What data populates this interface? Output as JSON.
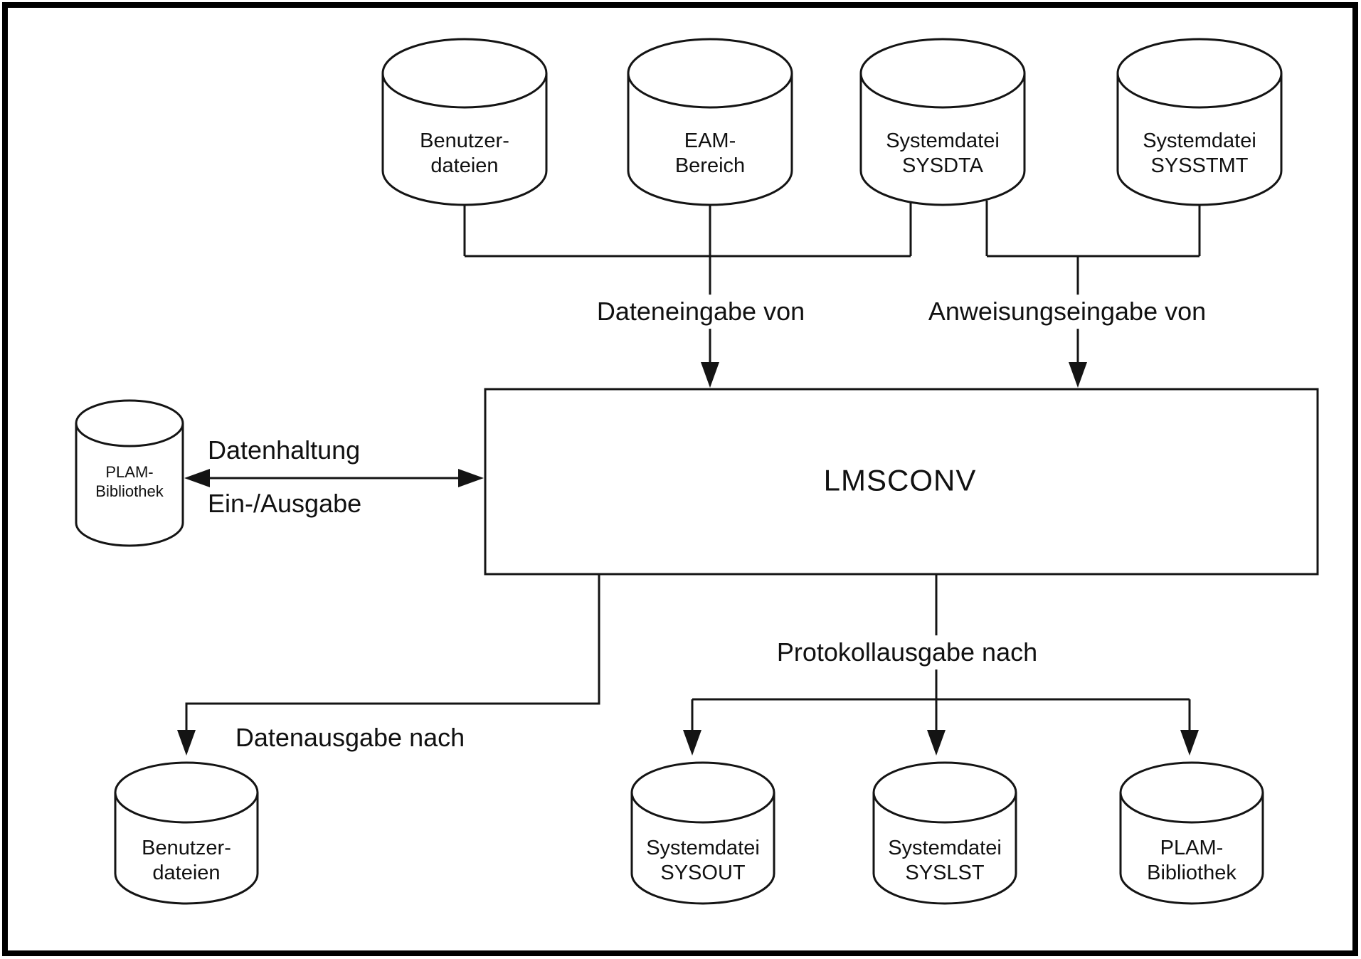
{
  "diagram": {
    "box": {
      "label": "LMSCONV"
    },
    "top_cylinders": [
      {
        "id": "user-files-input",
        "label": "Benutzer-\ndateien"
      },
      {
        "id": "eam-area",
        "label": "EAM-\nBereich"
      },
      {
        "id": "sysfile-sysdta",
        "label": "Systemdatei\nSYSDTA"
      },
      {
        "id": "sysfile-sysstmt",
        "label": "Systemdatei\nSYSSTMT"
      }
    ],
    "left_cylinder": {
      "id": "plam-library-io",
      "label": "PLAM-\nBibliothek"
    },
    "bottom_cylinders": [
      {
        "id": "user-files-output",
        "label": "Benutzer-\ndateien"
      },
      {
        "id": "sysfile-sysout",
        "label": "Systemdatei\nSYSOUT"
      },
      {
        "id": "sysfile-syslst",
        "label": "Systemdatei\nSYSLST"
      },
      {
        "id": "plam-library-out",
        "label": "PLAM-\nBibliothek"
      }
    ],
    "flow_labels": {
      "data_input": "Dateneingabe von",
      "statement_input": "Anweisungseingabe von",
      "data_management_line1": "Datenhaltung",
      "data_management_line2": "Ein-/Ausgabe",
      "data_output": "Datenausgabe nach",
      "log_output": "Protokollausgabe nach"
    },
    "colors": {
      "line": "#141414",
      "text": "#111111",
      "background": "#ffffff"
    }
  }
}
